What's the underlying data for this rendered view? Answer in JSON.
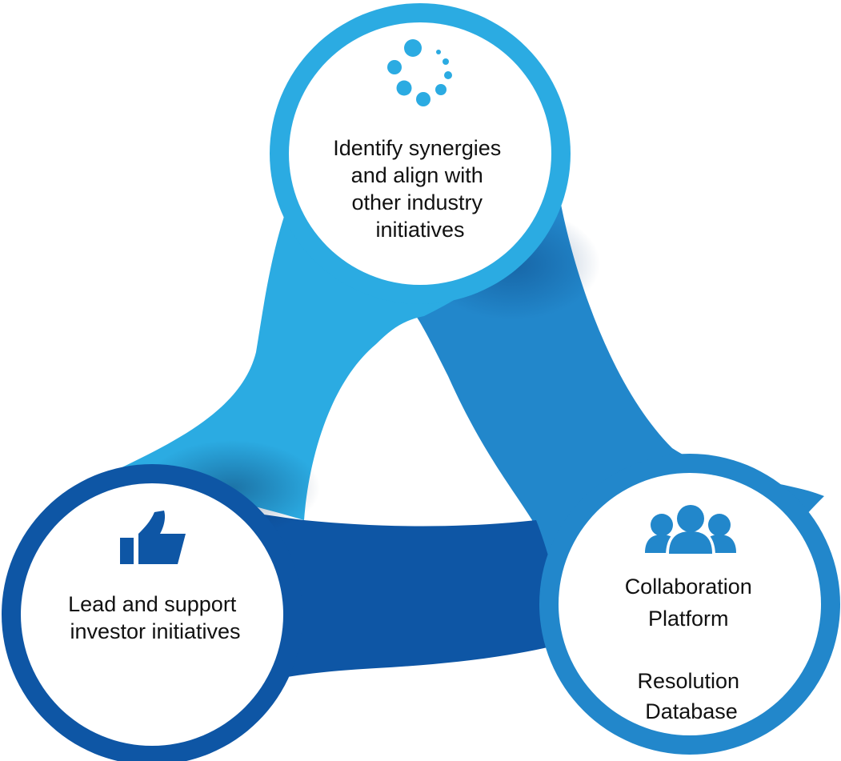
{
  "colors": {
    "light_blue": "#2BABE2",
    "mid_blue": "#2287CB",
    "dark_blue": "#0E56A5",
    "background": "#FFFFFF",
    "text": "#111111"
  },
  "nodes": {
    "top": {
      "icon": "loading-dots-icon",
      "lines": [
        "Identify synergies",
        "and align with",
        "other industry",
        "initiatives"
      ]
    },
    "left": {
      "icon": "thumbs-up-icon",
      "lines": [
        "Lead and support",
        "investor initiatives"
      ]
    },
    "right": {
      "icon": "group-people-icon",
      "lines": [
        "Collaboration",
        "Platform",
        "",
        "Resolution",
        "Database"
      ]
    }
  }
}
